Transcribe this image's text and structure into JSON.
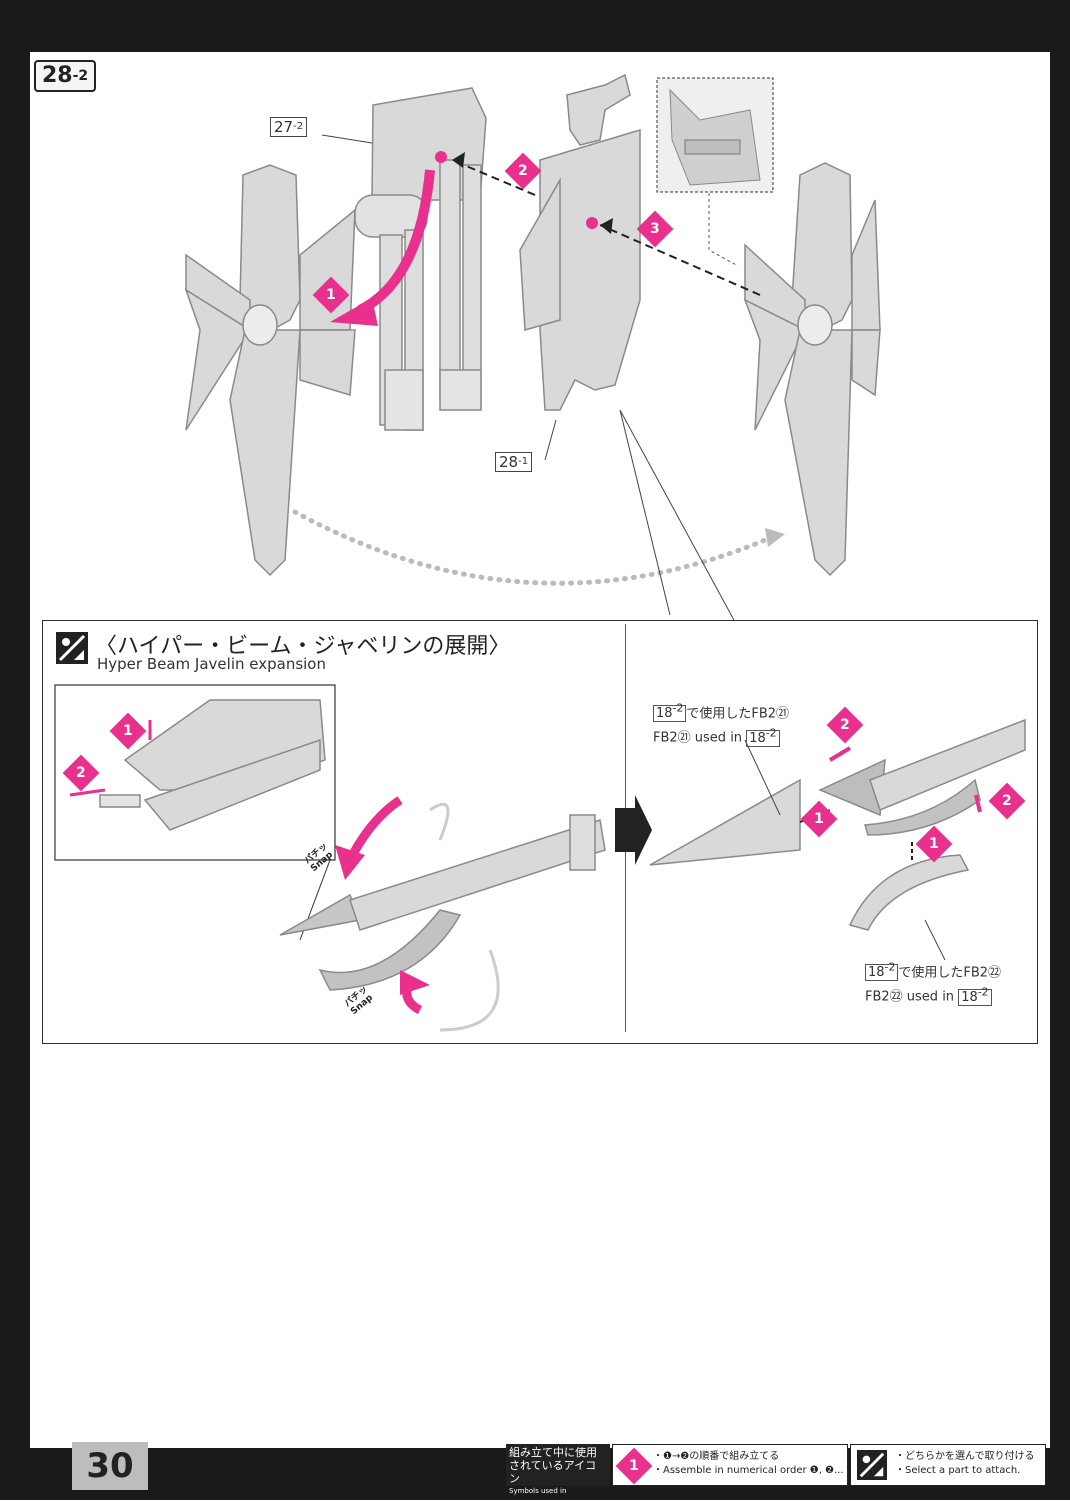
{
  "step": {
    "number": "28",
    "sub": "-2"
  },
  "callouts": {
    "part_a": {
      "number": "27",
      "sub": "-2"
    },
    "part_b": {
      "number": "28",
      "sub": "-1"
    }
  },
  "badges": {
    "b1": "1",
    "b2": "2",
    "b3": "3"
  },
  "section": {
    "title_jp": "〈ハイパー・ビーム・ジャベリンの展開〉",
    "title_en": "Hyper Beam Javelin expansion"
  },
  "snap": {
    "jp": "パチッ",
    "en": "Snap"
  },
  "references": {
    "top": {
      "step": "18",
      "sub": "-2",
      "jp": "で使用したFB2㉑",
      "en_part": "FB2㉑ used in",
      "en_step": "18",
      "en_sub": "-2"
    },
    "bottom": {
      "step": "18",
      "sub": "-2",
      "jp": "で使用したFB2㉒",
      "en_part": "FB2㉒ used in",
      "en_step": "18",
      "en_sub": "-2"
    }
  },
  "page_number": "30",
  "legend": {
    "header_jp": "組み立て中に使用されているアイコン",
    "header_en": "Symbols used in instructions",
    "order_jp": "・❶→❷の順番で組み立てる",
    "order_en": "・Assemble in numerical order ❶, ❷...",
    "select_jp": "・どちらかを選んで取り付ける",
    "select_en": "・Select a part to attach."
  },
  "colors": {
    "accent": "#e8308c",
    "frame": "#1a1a1a",
    "part_fill": "#d9d9d9",
    "part_stroke": "#8a8a8a"
  },
  "icons": [
    "select-icon",
    "arrow-right-icon"
  ]
}
